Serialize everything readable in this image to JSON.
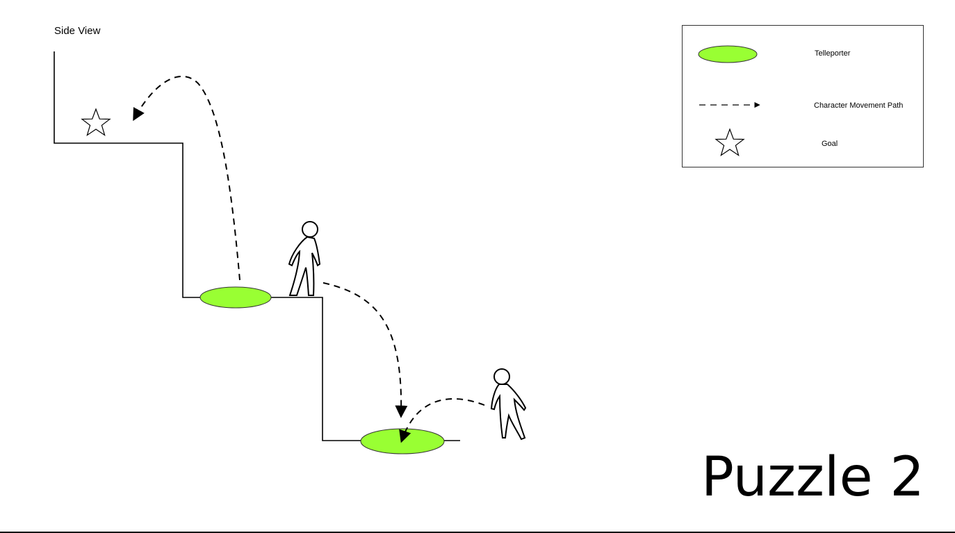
{
  "view_label": "Side View",
  "title": "Puzzle 2",
  "legend": {
    "teleporter_label": "Telleporter",
    "path_label": "Character Movement Path",
    "goal_label": "Goal"
  },
  "colors": {
    "teleporter_fill": "#99ff33",
    "stroke": "#000000"
  },
  "icons": [
    "star-icon",
    "character-icon",
    "teleporter-icon",
    "dashed-arrow-icon"
  ]
}
